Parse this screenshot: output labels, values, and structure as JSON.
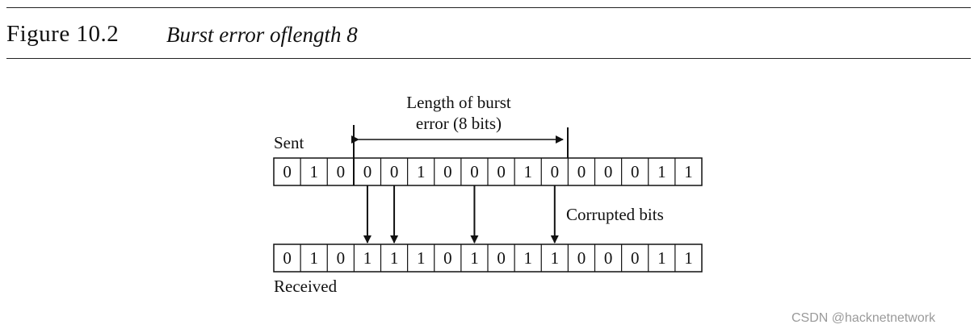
{
  "figure": {
    "number": "Figure 10.2",
    "title": "Burst error oflength 8"
  },
  "diagram": {
    "burst_label_line1": "Length of burst",
    "burst_label_line2": "error (8 bits)",
    "sent_label": "Sent",
    "received_label": "Received",
    "corrupted_label": "Corrupted bits",
    "sent_bits": [
      "0",
      "1",
      "0",
      "0",
      "0",
      "1",
      "0",
      "0",
      "0",
      "1",
      "0",
      "0",
      "0",
      "0",
      "1",
      "1"
    ],
    "received_bits": [
      "0",
      "1",
      "0",
      "1",
      "1",
      "1",
      "0",
      "1",
      "0",
      "1",
      "1",
      "0",
      "0",
      "0",
      "1",
      "1"
    ],
    "burst_start_index": 3,
    "burst_end_index": 10,
    "corrupted_indices": [
      3,
      4,
      7,
      10
    ]
  },
  "watermark": "CSDN @hacknetnetwork"
}
